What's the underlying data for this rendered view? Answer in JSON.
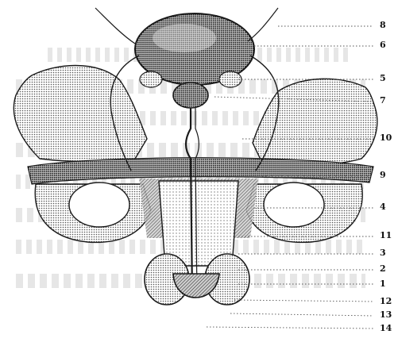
{
  "labels": [
    "8",
    "6",
    "5",
    "7",
    "10",
    "9",
    "4",
    "11",
    "3",
    "2",
    "1",
    "12",
    "13",
    "14"
  ],
  "colors": {
    "ink": "#1a1a1a",
    "stipple": "#6b6b6b",
    "background": "#ffffff"
  }
}
